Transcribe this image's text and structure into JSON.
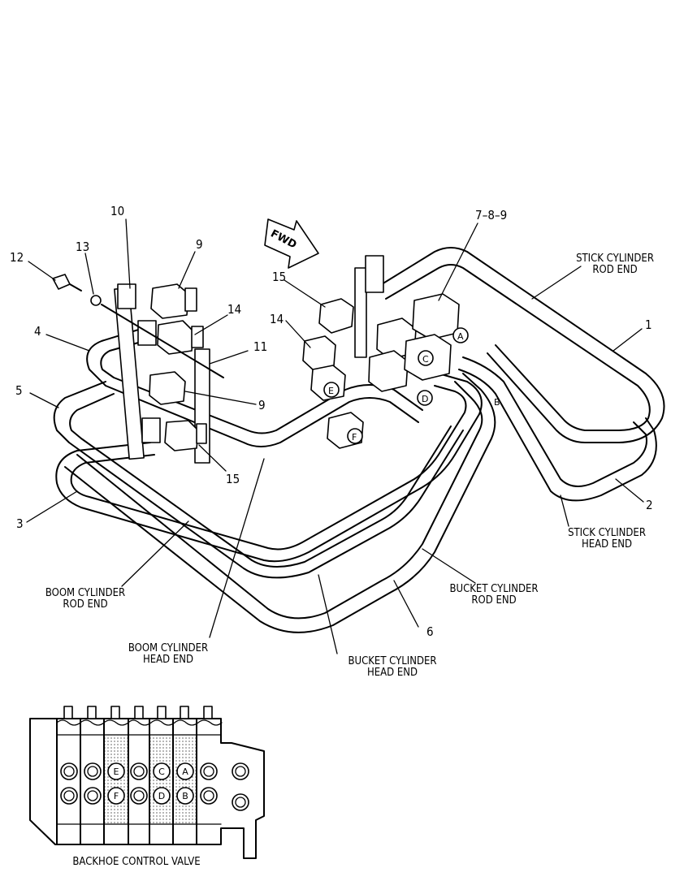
{
  "callouts": {
    "n1": "1",
    "n2": "2",
    "n3": "3",
    "n4": "4",
    "n5": "5",
    "n6": "6",
    "n789": "7–8–9",
    "n9a": "9",
    "n9b": "9",
    "n10": "10",
    "n11": "11",
    "n12": "12",
    "n13": "13",
    "n14a": "14",
    "n14b": "14",
    "n15a": "15",
    "n15b": "15"
  },
  "ports": {
    "A": "A",
    "B": "B",
    "C": "C",
    "D": "D",
    "E": "E",
    "F": "F"
  },
  "fwd_label": "FWD",
  "labels": {
    "stick_rod": [
      "STICK CYLINDER",
      "ROD END"
    ],
    "stick_head": [
      "STICK CYLINDER",
      "HEAD END"
    ],
    "boom_rod": [
      "BOOM CYLINDER",
      "ROD END"
    ],
    "boom_head": [
      "BOOM CYLINDER",
      "HEAD END"
    ],
    "bucket_rod": [
      "BUCKET CYLINDER",
      "ROD END"
    ],
    "bucket_head": [
      "BUCKET CYLINDER",
      "HEAD END"
    ]
  },
  "valve": {
    "caption": "BACKHOE CONTROL VALVE",
    "ports_top": [
      "",
      "",
      "E",
      "",
      "C",
      "A",
      ""
    ],
    "ports_bottom": [
      "",
      "",
      "F",
      "",
      "D",
      "B",
      ""
    ]
  }
}
